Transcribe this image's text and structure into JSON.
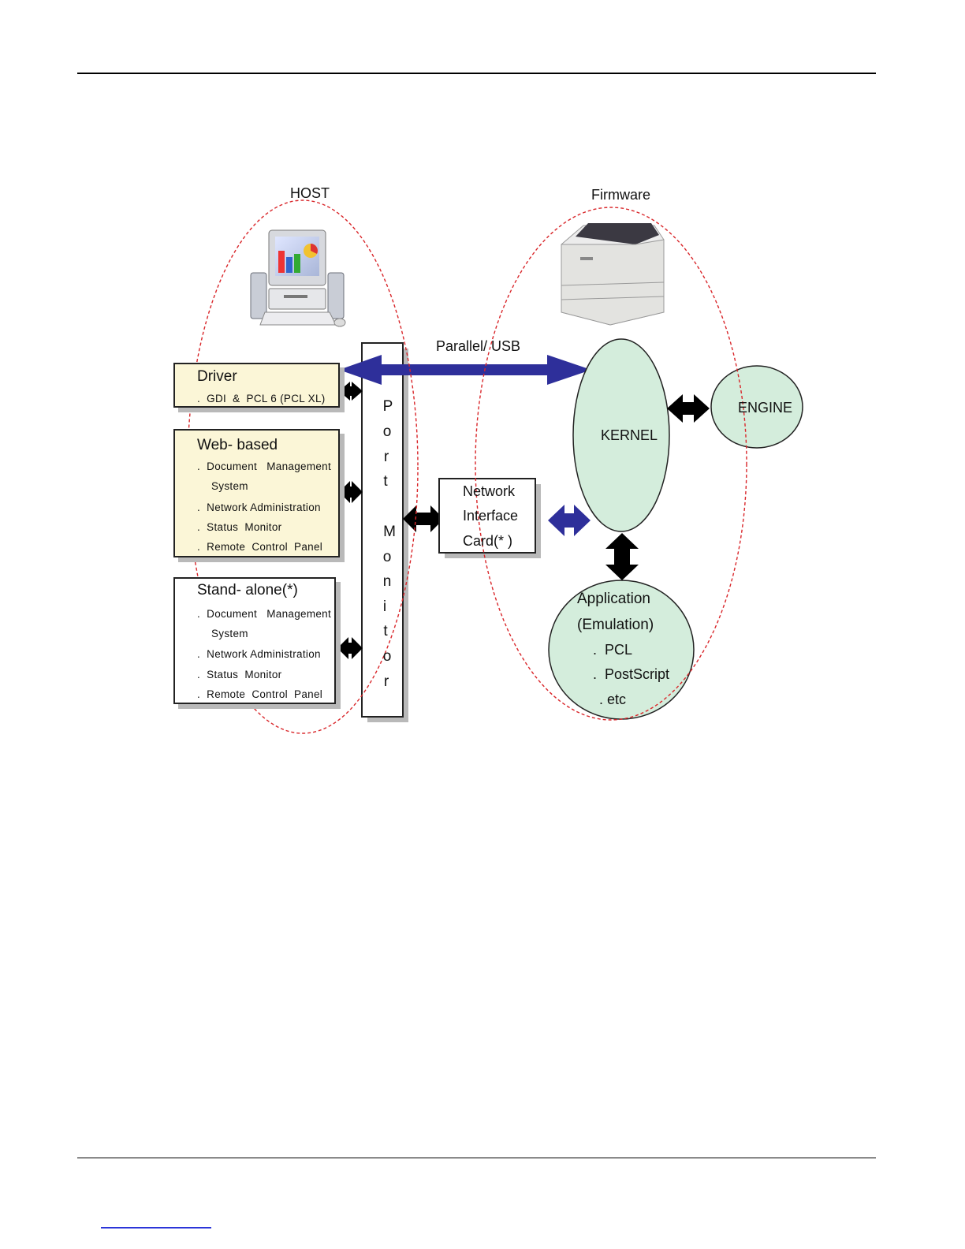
{
  "header": {},
  "diagram": {
    "host_label": "HOST",
    "firmware_label": "Firmware",
    "connection_label": "Parallel/ USB",
    "driver": {
      "title": "Driver",
      "items": [
        ".  GDI  &  PCL 6 (PCL XL)"
      ]
    },
    "web_based": {
      "title": "Web- based",
      "items": [
        ".  Document   Management",
        "System",
        ".  Network Administration",
        ".  Status  Monitor",
        ".  Remote  Control  Panel"
      ]
    },
    "stand_alone": {
      "title": "Stand- alone(*)",
      "items": [
        ".  Document   Management",
        "System",
        ".  Network Administration",
        ".  Status  Monitor",
        ".  Remote  Control  Panel"
      ]
    },
    "port_monitor_letters": [
      "P",
      "o",
      "r",
      "t",
      "M",
      "o",
      "n",
      "i",
      "t",
      "o",
      "r"
    ],
    "nic": {
      "lines": [
        "Network",
        "Interface",
        "Card(* )"
      ]
    },
    "kernel_label": "KERNEL",
    "engine_label": "ENGINE",
    "application": {
      "lines": [
        "Application",
        "(Emulation)",
        ".  PCL",
        ".  PostScript",
        ". etc"
      ]
    },
    "colors": {
      "arrow_blue": "#2e2f9a",
      "arrow_black": "#000000",
      "node_green": "#d4eddc",
      "cream_box": "#fbf6d7",
      "dashed_red": "#d9262a"
    }
  }
}
